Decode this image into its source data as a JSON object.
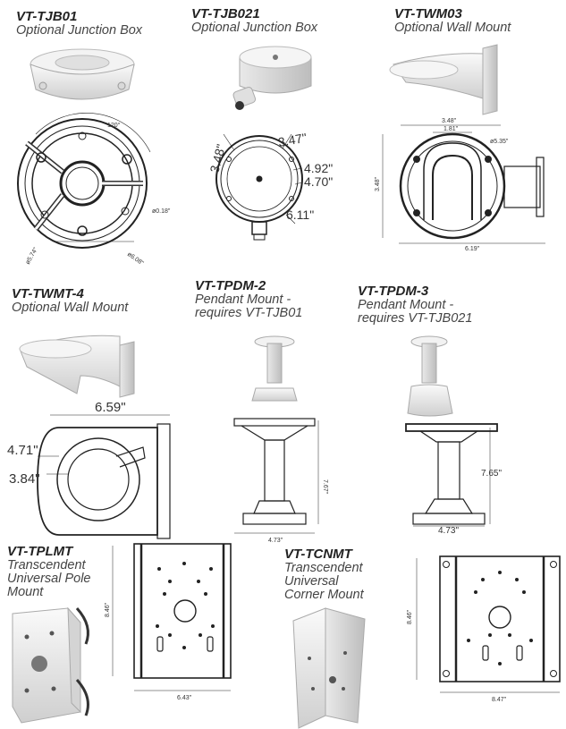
{
  "products": [
    {
      "code": "VT-TJB01",
      "desc": [
        "Optional Junction Box"
      ]
    },
    {
      "code": "VT-TJB021",
      "desc": [
        "Optional Junction Box"
      ]
    },
    {
      "code": "VT-TWM03",
      "desc": [
        "Optional Wall Mount"
      ]
    },
    {
      "code": "VT-TWMT-4",
      "desc": [
        "Optional Wall Mount"
      ]
    },
    {
      "code": "VT-TPDM-2",
      "desc": [
        "Pendant Mount -",
        "requires VT-TJB01"
      ]
    },
    {
      "code": "VT-TPDM-3",
      "desc": [
        "Pendant Mount -",
        "requires VT-TJB021"
      ]
    },
    {
      "code": "VT-TPLMT",
      "desc": [
        "Transcendent",
        "Universal Pole",
        "Mount"
      ]
    },
    {
      "code": "VT-TCNMT",
      "desc": [
        "Transcendent",
        "Universal",
        "Corner Mount"
      ]
    }
  ],
  "dims": {
    "tjb01": {
      "angle": "120°",
      "d1": "ø0.18\"",
      "d2": "ø6.08\"",
      "d3": "ø5.74\""
    },
    "tjb021": {
      "a": "3.48\"",
      "b": "3.47\"",
      "c": "4.92\"",
      "d": "4.70\"",
      "e": "6.11\""
    },
    "twm03": {
      "a": "3.48\"",
      "b": "1.81\"",
      "c": "ø5.35\"",
      "d": "3.48\"",
      "e": "6.19\""
    },
    "twmt4": {
      "a": "6.59\"",
      "b": "4.71\"",
      "c": "3.84\""
    },
    "tpdm2": {
      "h": "7.67\"",
      "w": "4.73\""
    },
    "tpdm3": {
      "h": "7.65\"",
      "w": "4.73\""
    },
    "tplmt": {
      "h": "8.46\"",
      "w": "6.43\""
    },
    "tcnmt": {
      "h": "8.46\"",
      "w": "8.47\""
    }
  }
}
